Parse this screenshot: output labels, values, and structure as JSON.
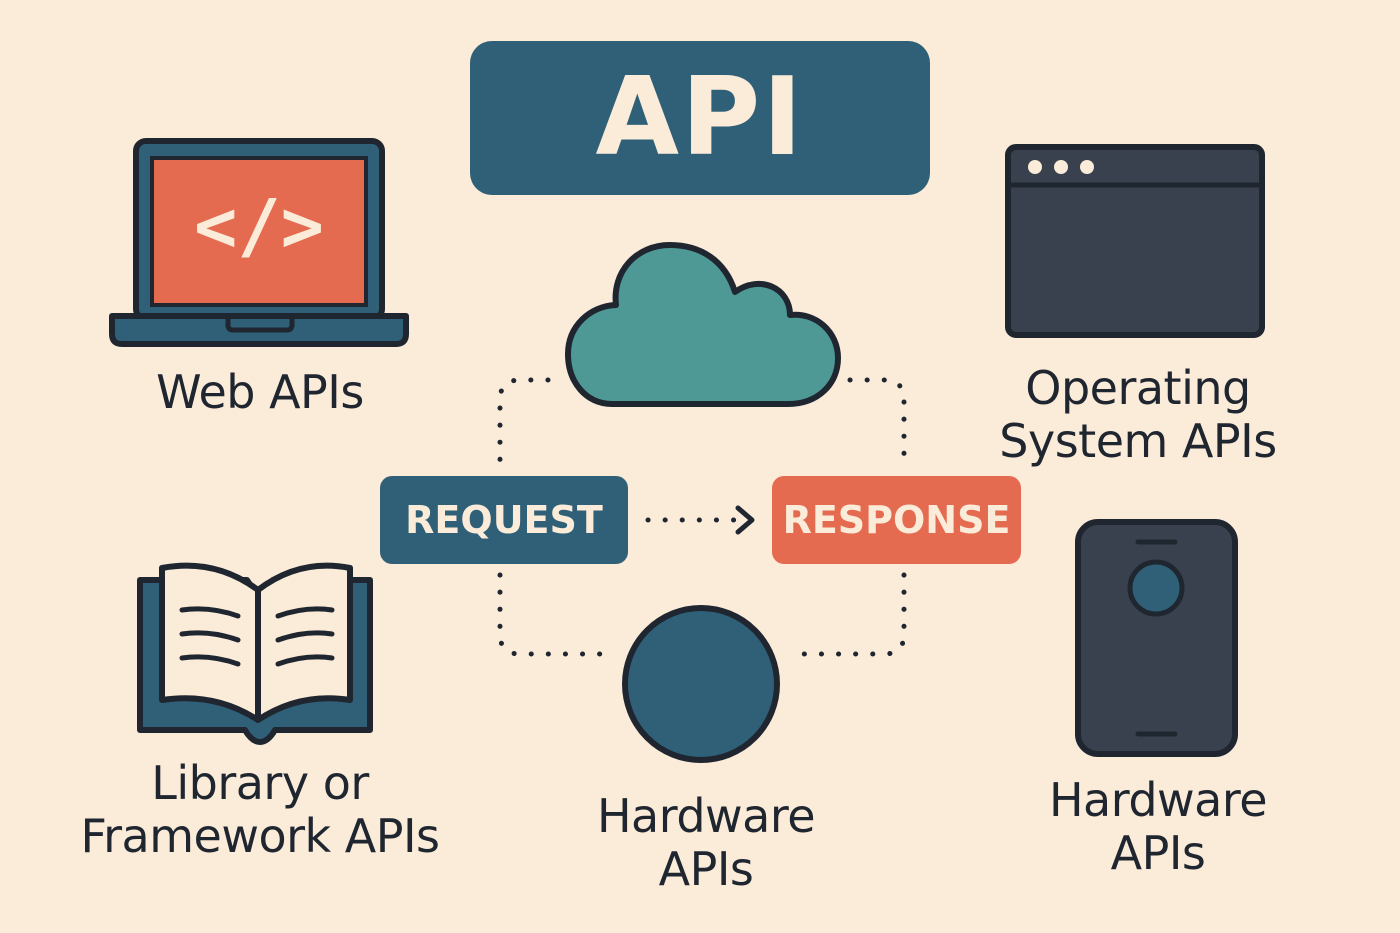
{
  "title": "API",
  "flow": {
    "request_label": "REQUEST",
    "response_label": "RESPONSE"
  },
  "labels": {
    "web": [
      "Web APIs"
    ],
    "os": [
      "Operating",
      "System APIs"
    ],
    "library": [
      "Library or",
      "Framework APIs"
    ],
    "hardware_center": [
      "Hardware",
      "APIs"
    ],
    "hardware_right": [
      "Hardware",
      "APIs"
    ]
  },
  "code_symbol": "</>",
  "icons": {
    "web": "laptop-code-icon",
    "os": "browser-window-icon",
    "library": "open-book-icon",
    "cloud": "cloud-icon",
    "hardware_center": "circle-icon",
    "hardware_right": "phone-icon"
  },
  "colors": {
    "background": "#fbebd9",
    "primary": "#2f6078",
    "accent": "#e56b50",
    "teal": "#4e9996",
    "dark": "#38414d",
    "outline": "#1f2630"
  }
}
